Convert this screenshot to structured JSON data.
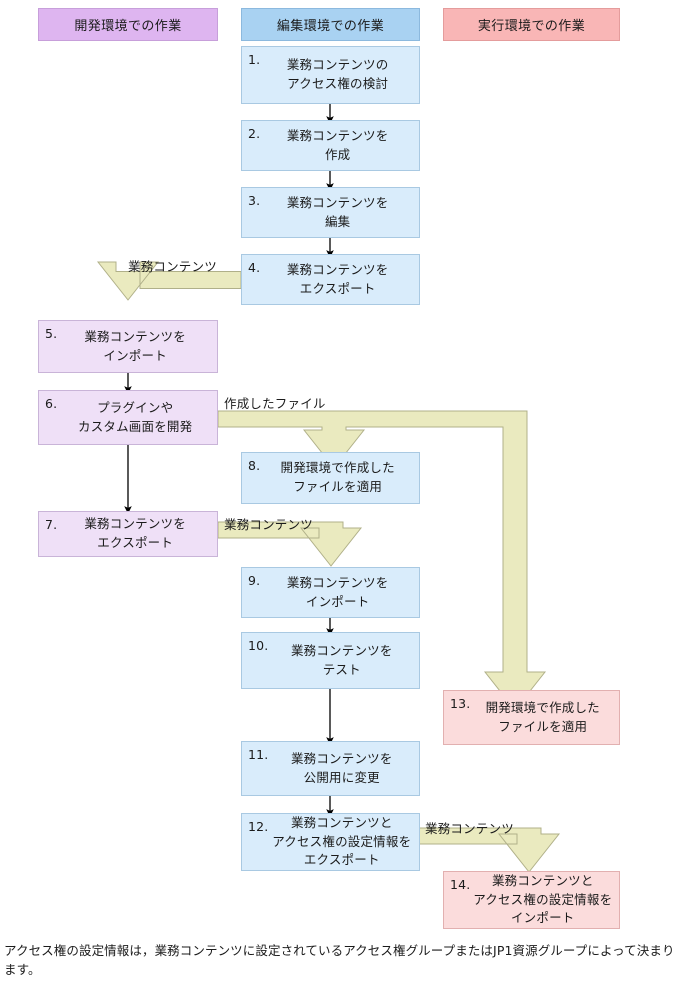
{
  "diagram": {
    "title_lanes": [
      {
        "id": "dev",
        "label": "開発環境での作業",
        "color": "#deb5f0"
      },
      {
        "id": "edit",
        "label": "編集環境での作業",
        "color": "#a9d2f2"
      },
      {
        "id": "run",
        "label": "実行環境での作業",
        "color": "#f9b6b6"
      }
    ],
    "colors": {
      "dev_fill": "#efe0f7",
      "edit_fill": "#d9ecfb",
      "run_fill": "#fbdcdc",
      "block_arrow_fill": "#eaeabf",
      "block_arrow_stroke": "#b9b98f",
      "line_arrow": "#000000"
    },
    "nodes": [
      {
        "id": "n1",
        "num": "1.",
        "lane": "edit",
        "text": "業務コンテンツの\nアクセス権の検討"
      },
      {
        "id": "n2",
        "num": "2.",
        "lane": "edit",
        "text": "業務コンテンツを\n作成"
      },
      {
        "id": "n3",
        "num": "3.",
        "lane": "edit",
        "text": "業務コンテンツを\n編集"
      },
      {
        "id": "n4",
        "num": "4.",
        "lane": "edit",
        "text": "業務コンテンツを\nエクスポート"
      },
      {
        "id": "n5",
        "num": "5.",
        "lane": "dev",
        "text": "業務コンテンツを\nインポート"
      },
      {
        "id": "n6",
        "num": "6.",
        "lane": "dev",
        "text": "プラグインや\nカスタム画面を開発"
      },
      {
        "id": "n7",
        "num": "7.",
        "lane": "dev",
        "text": "業務コンテンツを\nエクスポート"
      },
      {
        "id": "n8",
        "num": "8.",
        "lane": "edit",
        "text": "開発環境で作成した\nファイルを適用"
      },
      {
        "id": "n9",
        "num": "9.",
        "lane": "edit",
        "text": "業務コンテンツを\nインポート"
      },
      {
        "id": "n10",
        "num": "10.",
        "lane": "edit",
        "text": "業務コンテンツを\nテスト"
      },
      {
        "id": "n11",
        "num": "11.",
        "lane": "edit",
        "text": "業務コンテンツを\n公開用に変更"
      },
      {
        "id": "n12",
        "num": "12.",
        "lane": "edit",
        "text": "業務コンテンツと\nアクセス権の設定情報を\nエクスポート"
      },
      {
        "id": "n13",
        "num": "13.",
        "lane": "run",
        "text": "開発環境で作成した\nファイルを適用"
      },
      {
        "id": "n14",
        "num": "14.",
        "lane": "run",
        "text": "業務コンテンツと\nアクセス権の設定情報を\nインポート"
      }
    ],
    "edge_labels": [
      {
        "id": "e4to5",
        "text": "業務コンテンツ"
      },
      {
        "id": "e6to8",
        "text": "作成したファイル"
      },
      {
        "id": "e7to9",
        "text": "業務コンテンツ"
      },
      {
        "id": "e12to14",
        "text": "業務コンテンツ"
      }
    ],
    "footnote": "アクセス権の設定情報は，業務コンテンツに設定されているアクセス権グループまたはJP1資源グループによって決まります。"
  }
}
